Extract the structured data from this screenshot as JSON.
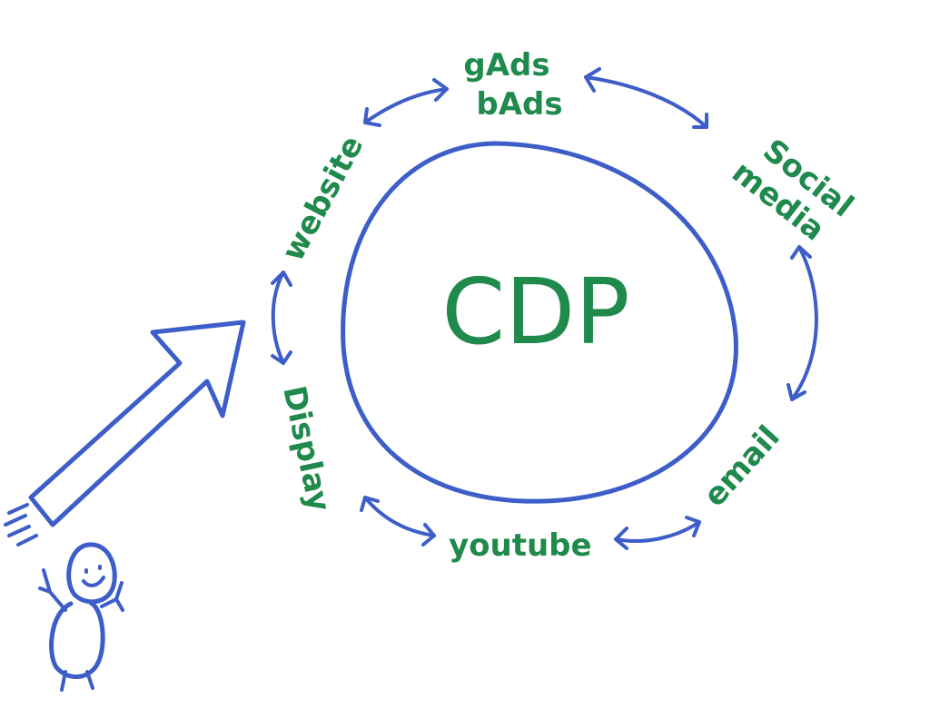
{
  "center": {
    "label": "CDP"
  },
  "channels": {
    "gads": "gAds",
    "bads": "bAds",
    "social_line1": "Social",
    "social_line2": "media",
    "email": "email",
    "youtube": "youtube",
    "display": "Display",
    "website": "website"
  },
  "colors": {
    "ink_blue": "#3d5ec9",
    "ink_green": "#1f8a4c",
    "background": "#ffffff"
  },
  "icons": [
    "double-headed-arrow",
    "large-arrow",
    "stick-figure"
  ]
}
